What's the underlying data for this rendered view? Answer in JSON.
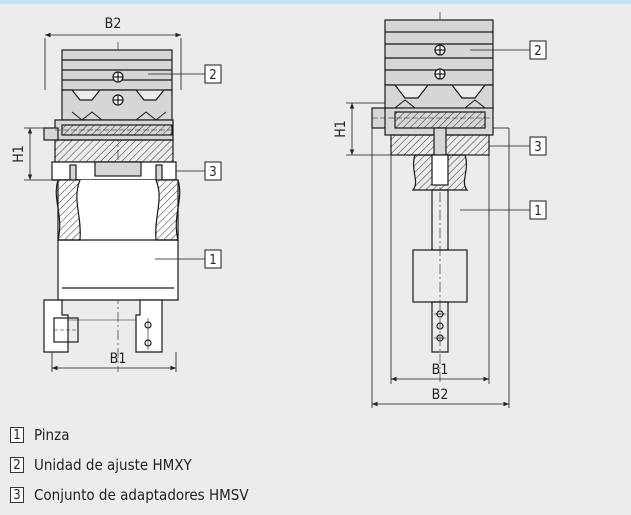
{
  "dimensions": {
    "left_view": {
      "top_width": "B2",
      "bottom_width": "B1",
      "height": "H1"
    },
    "right_view": {
      "bottom_width_inner": "B1",
      "bottom_width_outer": "B2",
      "height": "H1"
    }
  },
  "callouts": {
    "left": [
      "2",
      "3",
      "1"
    ],
    "right": [
      "2",
      "3",
      "1"
    ]
  },
  "legend": [
    {
      "number": "1",
      "label": "Pinza"
    },
    {
      "number": "2",
      "label": "Unidad de ajuste HMXY"
    },
    {
      "number": "3",
      "label": "Conjunto de adaptadores HMSV"
    }
  ],
  "colors": {
    "panel": "#ececec",
    "top_band": "#bfe3f3",
    "line": "#1a1a1a",
    "steel": "#d6d6d6"
  }
}
